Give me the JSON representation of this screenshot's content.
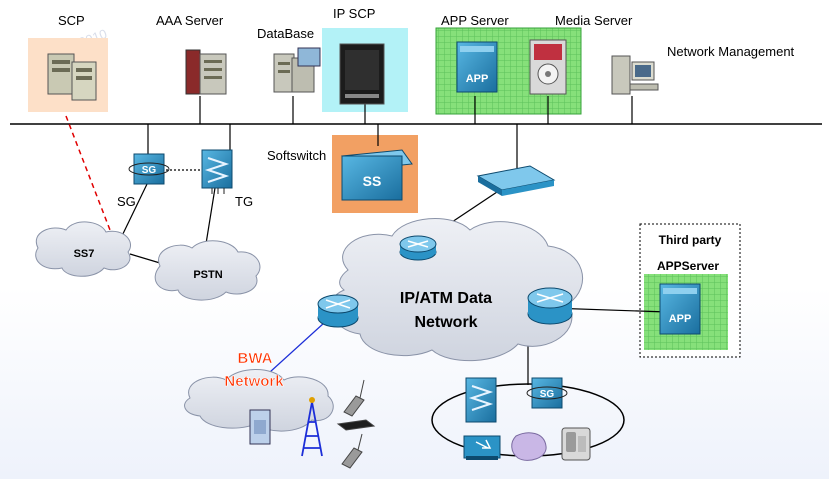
{
  "labels": {
    "scp": "SCP",
    "aaa_server": "AAA Server",
    "database": "DataBase",
    "ip_scp": "IP SCP",
    "app_server": "APP Server",
    "media_server": "Media Server",
    "network_management": "Network Management",
    "softswitch": "Softswitch",
    "sg": "SG",
    "tg": "TG",
    "ss7": "SS7",
    "pstn": "PSTN",
    "core_network_line1": "IP/ATM Data",
    "core_network_line2": "Network",
    "third_party_line1": "Third party",
    "third_party_line2": "APPServer",
    "bwa_line1": "BWA",
    "bwa_line2": "Network"
  },
  "icon_text": {
    "app": "APP",
    "third_party_app": "APP",
    "softswitch": "SS",
    "sg": "SG",
    "access_sg": "SG"
  },
  "watermark": "1001010010",
  "colors": {
    "scp_bg": "#fde0c8",
    "ip_scp_bg": "#b3f2f7",
    "app_zone_bg": "#86e07a",
    "app_zone_border": "#35a23a",
    "softswitch_bg": "#f2a063",
    "device_blue": "#2b93c6",
    "device_dark": "#14618c",
    "cloud_fill": "#dfe3eb",
    "bwa_text": "#ff3300",
    "signal_red": "#e00000",
    "bwa_link": "#1c2ed8"
  }
}
